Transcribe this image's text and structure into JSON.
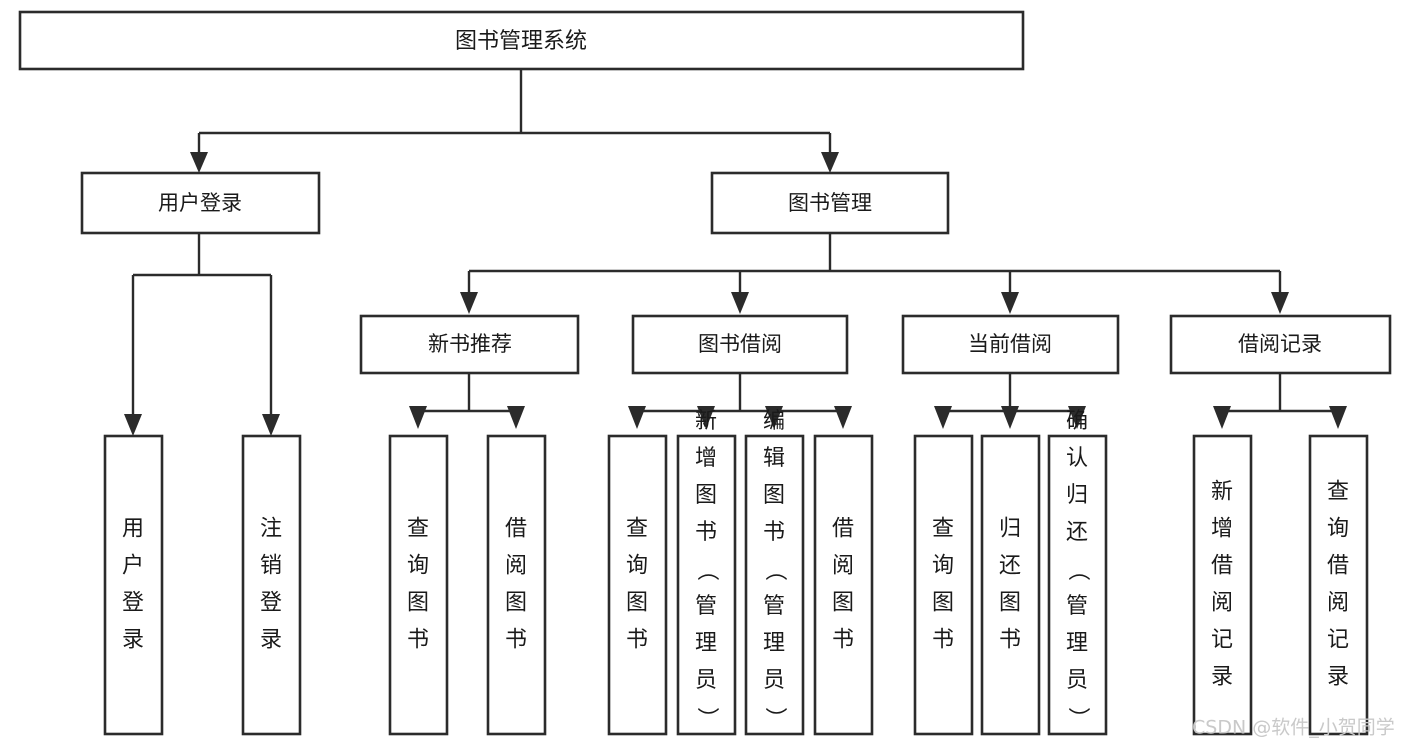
{
  "diagram": {
    "type": "tree-hierarchy",
    "orientation": "top-down",
    "root": {
      "id": "root",
      "label": "图书管理系统"
    },
    "level2": [
      {
        "id": "user-login",
        "label": "用户登录"
      },
      {
        "id": "book-manage",
        "label": "图书管理"
      }
    ],
    "level3": [
      {
        "id": "new-book-rec",
        "label": "新书推荐",
        "parent": "book-manage"
      },
      {
        "id": "book-borrow",
        "label": "图书借阅",
        "parent": "book-manage"
      },
      {
        "id": "current-borrow",
        "label": "当前借阅",
        "parent": "book-manage"
      },
      {
        "id": "borrow-record",
        "label": "借阅记录",
        "parent": "book-manage"
      }
    ],
    "leaves": [
      {
        "id": "leaf-user-login",
        "label": "用户登录",
        "parent": "user-login"
      },
      {
        "id": "leaf-logout-login",
        "label": "注销登录",
        "parent": "user-login"
      },
      {
        "id": "leaf-query-book-1",
        "label": "查询图书",
        "parent": "new-book-rec"
      },
      {
        "id": "leaf-borrow-book-1",
        "label": "借阅图书",
        "parent": "new-book-rec"
      },
      {
        "id": "leaf-query-book-2",
        "label": "查询图书",
        "parent": "book-borrow"
      },
      {
        "id": "leaf-add-book",
        "label": "新增图书（管理员）",
        "parent": "book-borrow"
      },
      {
        "id": "leaf-edit-book",
        "label": "编辑图书（管理员）",
        "parent": "book-borrow"
      },
      {
        "id": "leaf-borrow-book-2",
        "label": "借阅图书",
        "parent": "book-borrow"
      },
      {
        "id": "leaf-query-book-3",
        "label": "查询图书",
        "parent": "current-borrow"
      },
      {
        "id": "leaf-return-book",
        "label": "归还图书",
        "parent": "current-borrow"
      },
      {
        "id": "leaf-confirm-return",
        "label": "确认归还（管理员）",
        "parent": "current-borrow"
      },
      {
        "id": "leaf-add-record",
        "label": "新增借阅记录",
        "parent": "borrow-record"
      },
      {
        "id": "leaf-query-record",
        "label": "查询借阅记录",
        "parent": "borrow-record"
      }
    ]
  },
  "watermark": {
    "text": "CSDN @软件_小贺同学"
  },
  "colors": {
    "background": "#ffffff",
    "stroke": "#2b2b2b",
    "text": "#1a1a1a",
    "watermark": "#c9c9c9"
  }
}
